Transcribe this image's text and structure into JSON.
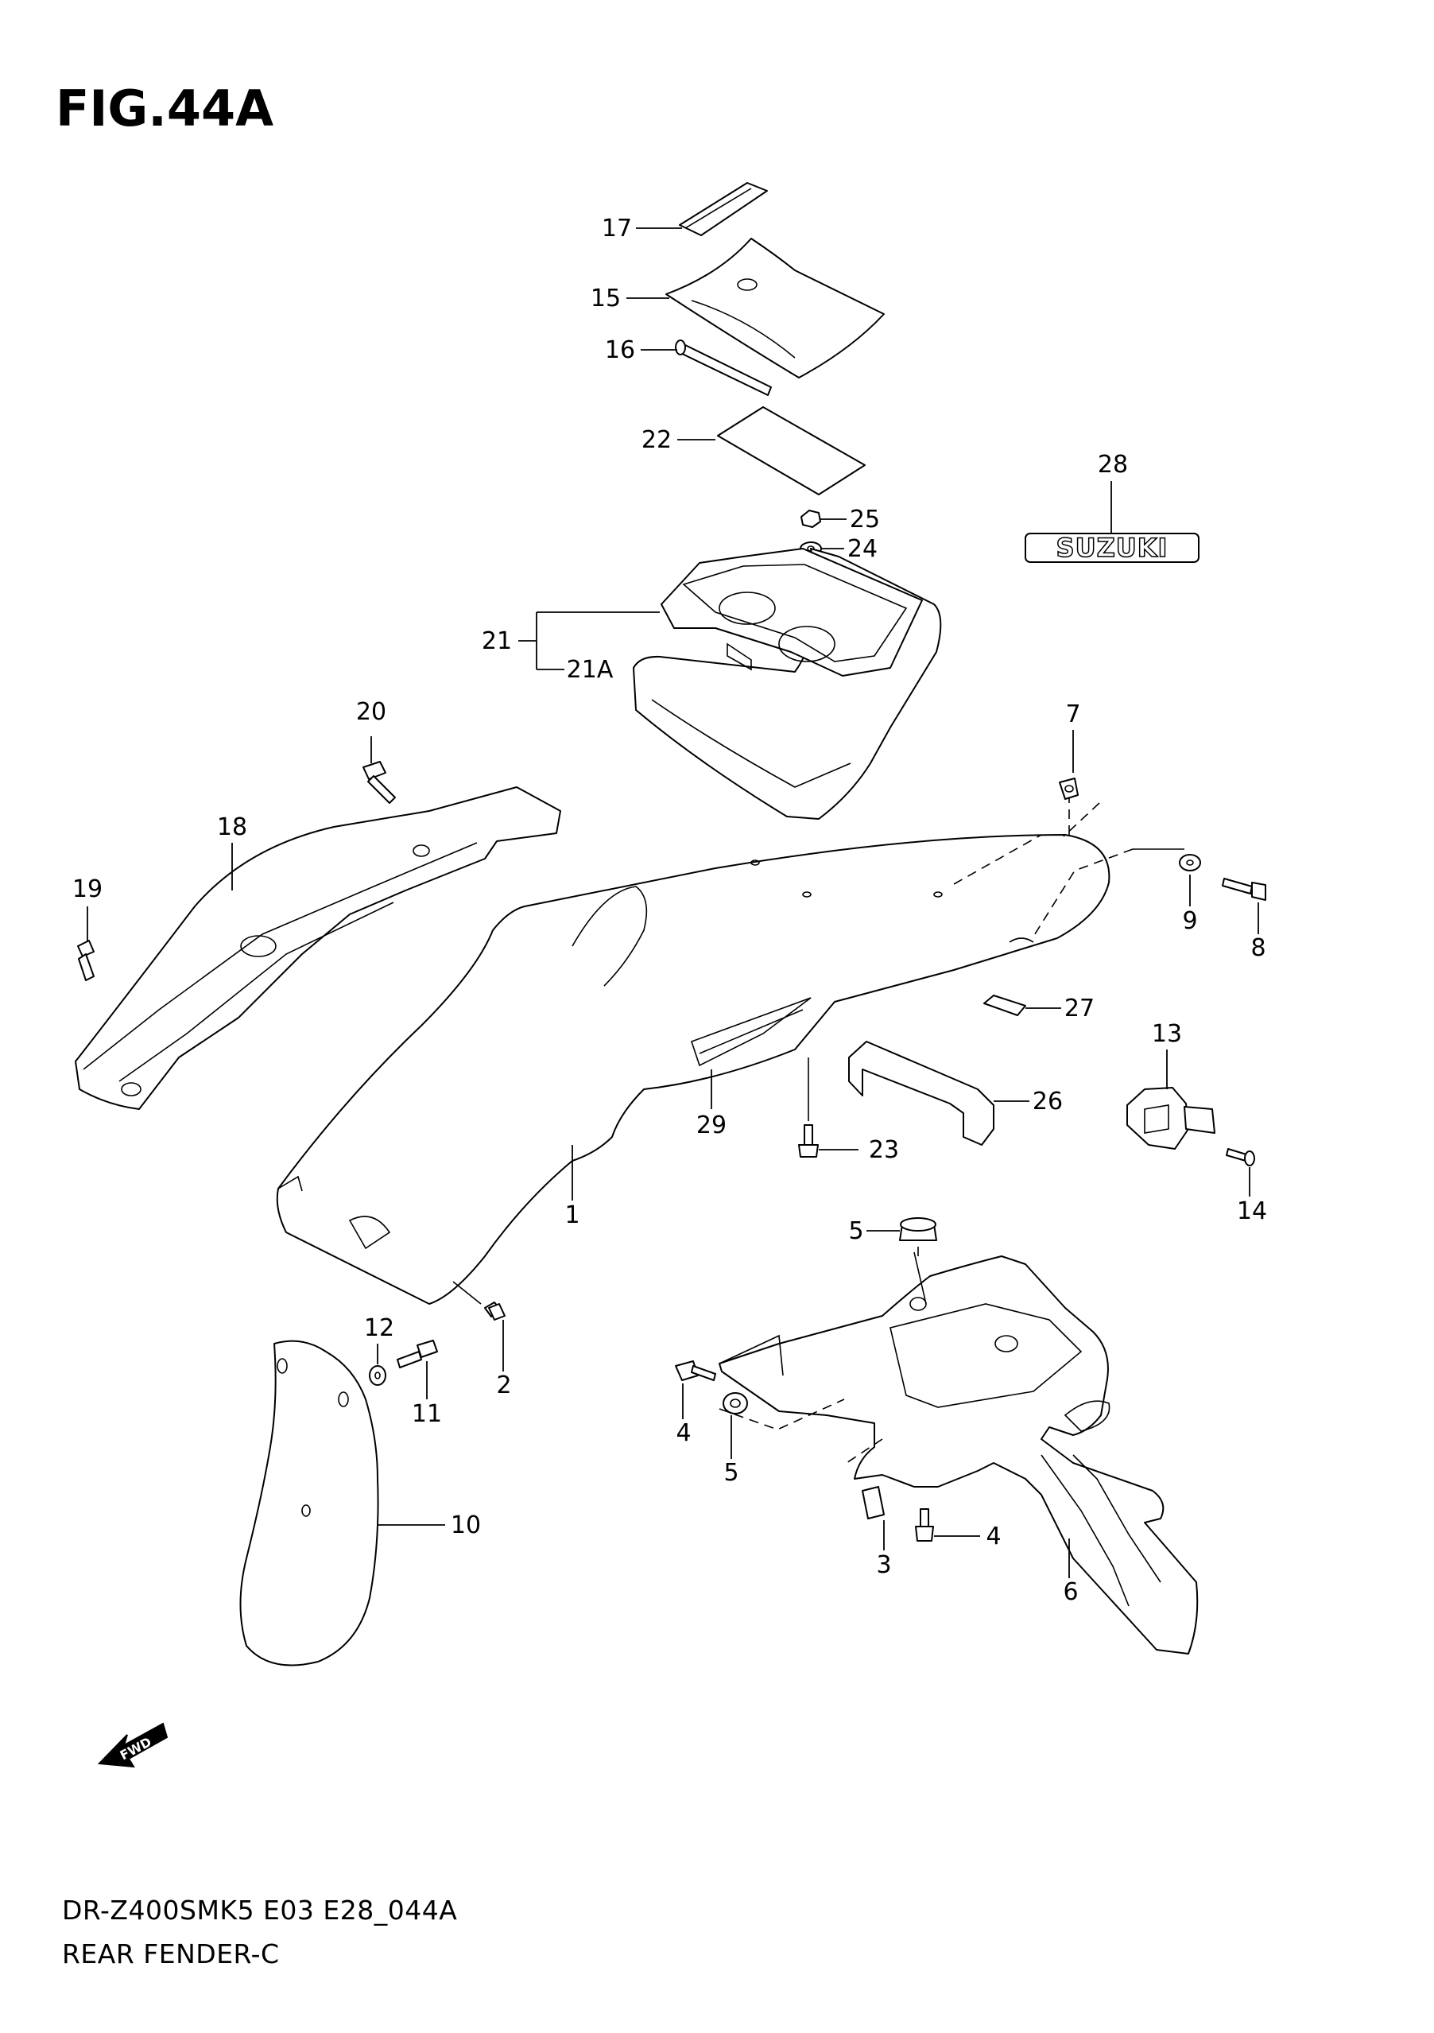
{
  "figure": {
    "title": "FIG.44A"
  },
  "footer": {
    "model_code": "DR-Z400SMK5 E03 E28_044A",
    "section_name": "REAR FENDER-C"
  },
  "emblem": {
    "text": "SUZUKI"
  },
  "fwd_arrow": {
    "text": "FWD"
  },
  "callouts": {
    "c1": "1",
    "c2": "2",
    "c3": "3",
    "c4a": "4",
    "c4b": "4",
    "c5a": "5",
    "c5b": "5",
    "c6": "6",
    "c7": "7",
    "c8": "8",
    "c9": "9",
    "c10": "10",
    "c11": "11",
    "c12": "12",
    "c13": "13",
    "c14": "14",
    "c15": "15",
    "c16": "16",
    "c17": "17",
    "c18": "18",
    "c19": "19",
    "c20": "20",
    "c21": "21",
    "c21a": "21A",
    "c22": "22",
    "c23": "23",
    "c24": "24",
    "c25": "25",
    "c26": "26",
    "c27": "27",
    "c28": "28",
    "c29": "29"
  },
  "colors": {
    "line": "#000000",
    "background": "#ffffff"
  }
}
